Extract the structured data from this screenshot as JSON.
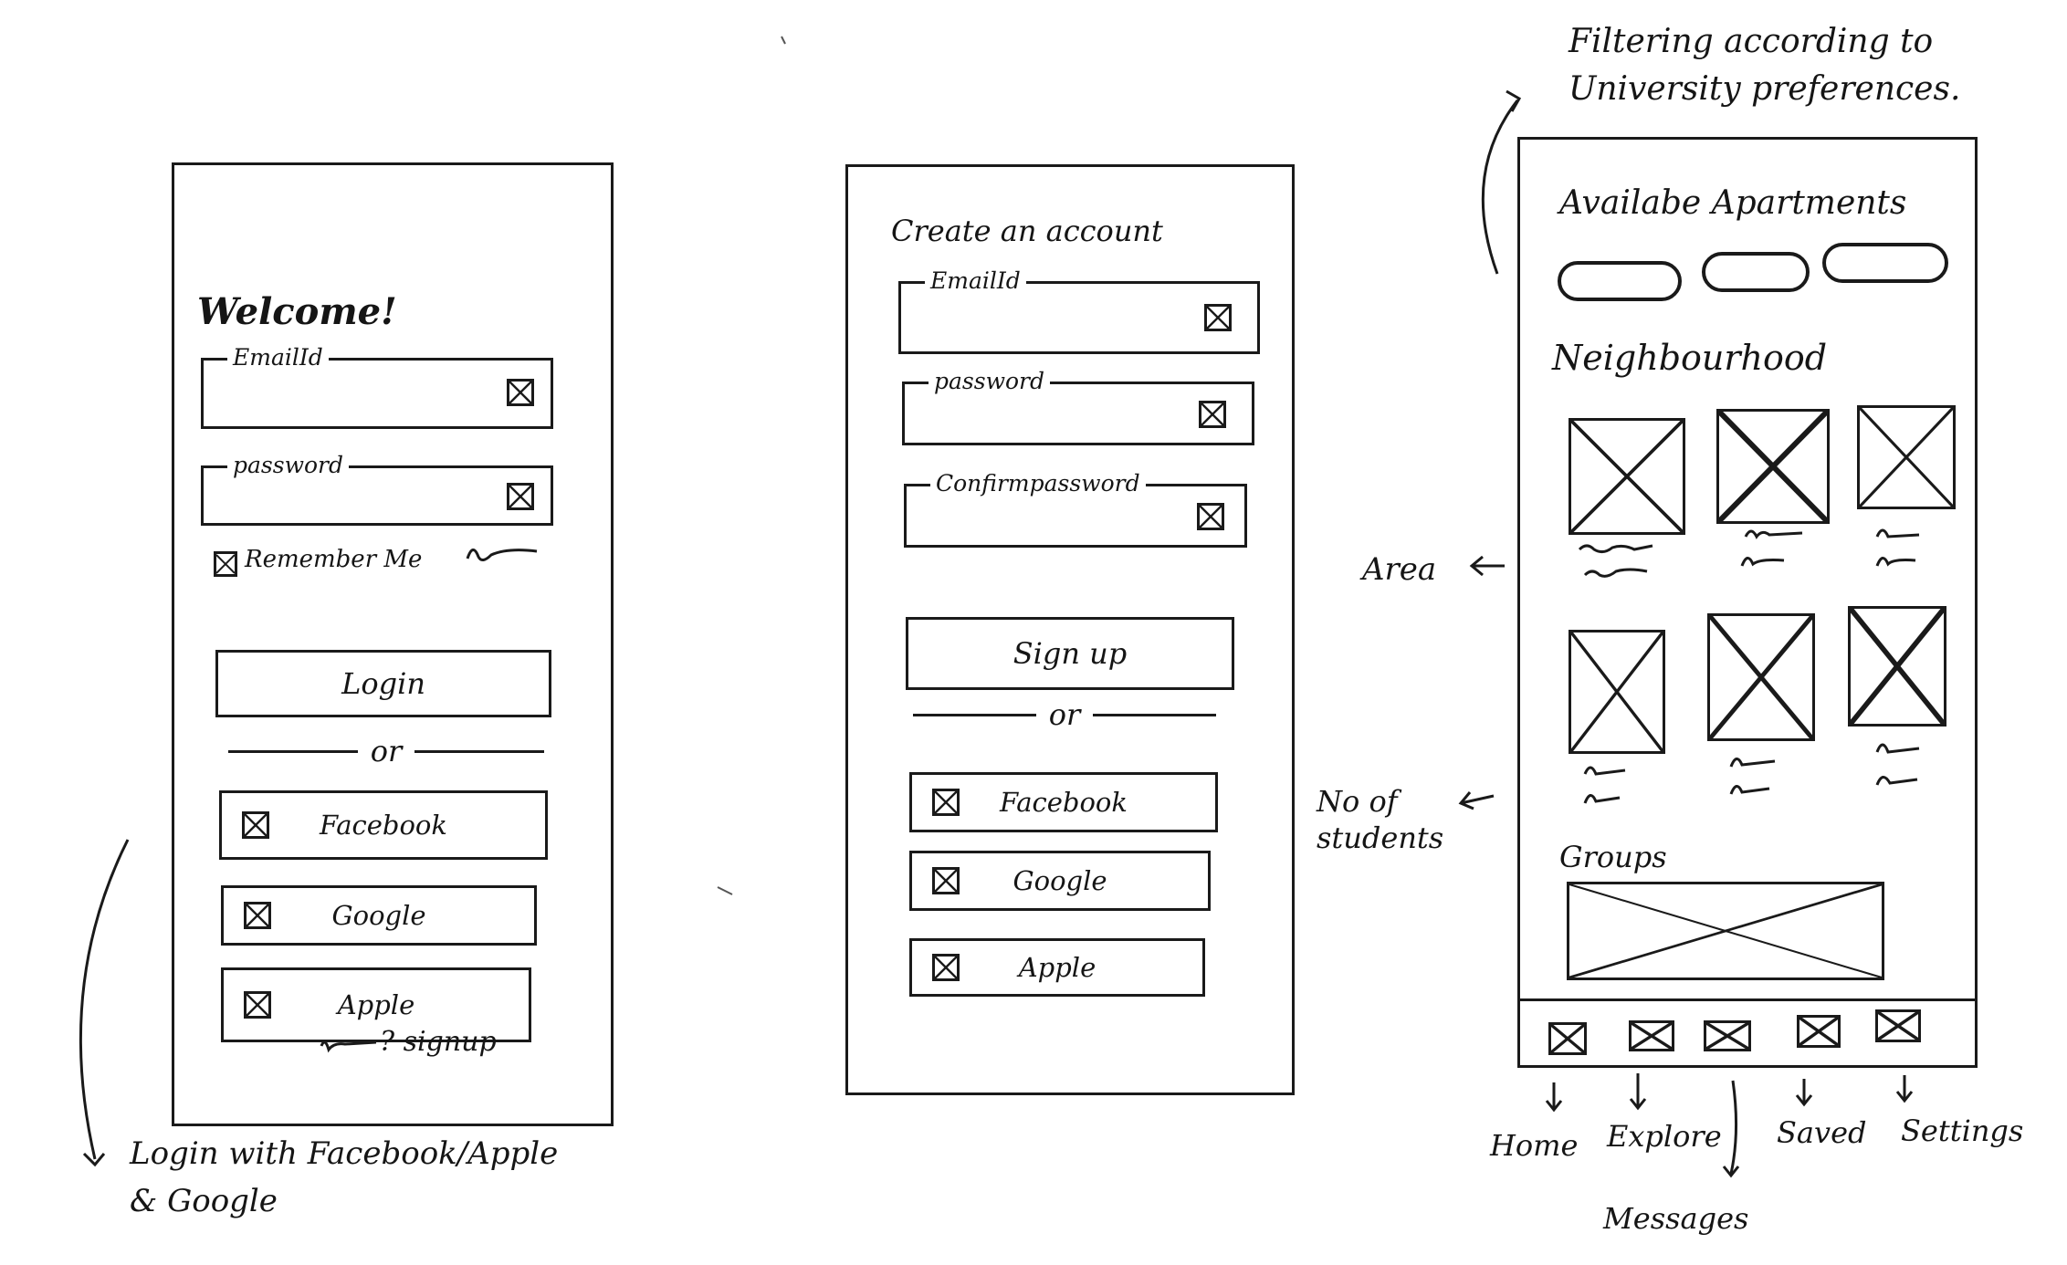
{
  "login_screen": {
    "welcome": "Welcome!",
    "email_label": "EmailId",
    "password_label": "password",
    "remember_me": "Remember Me",
    "login_button": "Login",
    "or": "or",
    "facebook": "Facebook",
    "google": "Google",
    "apple": "Apple",
    "signup_link": "signup"
  },
  "signup_screen": {
    "title": "Create an account",
    "email_label": "EmailId",
    "password_label": "password",
    "confirm_label": "Confirmpassword",
    "signup_button": "Sign up",
    "or": "or",
    "facebook": "Facebook",
    "google": "Google",
    "apple": "Apple"
  },
  "home_screen": {
    "apartments_heading": "Availabe Apartments",
    "neighbourhood_heading": "Neighbourhood",
    "groups_heading": "Groups",
    "nav": [
      "Home",
      "Explore",
      "Messages",
      "Saved",
      "Settings"
    ]
  },
  "annotations": {
    "filter_note_line1": "Filtering according to",
    "filter_note_line2": "University preferences.",
    "area_note": "Area",
    "students_note_line1": "No of",
    "students_note_line2": "students",
    "social_note_line1": "Login with Facebook/Apple",
    "social_note_line2": "& Google"
  }
}
